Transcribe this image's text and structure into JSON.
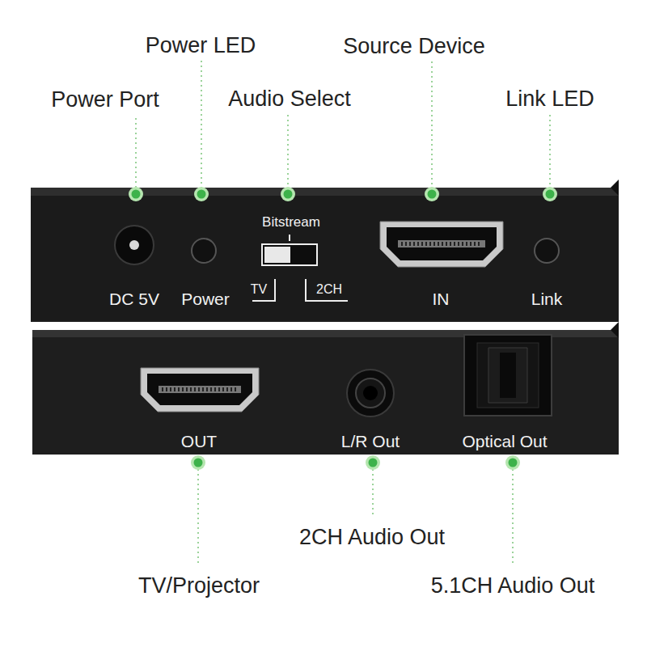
{
  "diagram": {
    "nodes": [
      {
        "text": [
          "DC 5V",
          "Power",
          "Bitstream",
          "TV",
          "2CH",
          "IN",
          "Link"
        ]
      },
      {
        "text": [
          "OUT",
          "L/R Out",
          "Optical Out"
        ]
      }
    ],
    "labels": [
      "Power LED",
      "Power Port",
      "Audio Select",
      "Source Device",
      "Link LED",
      "2CH Audio Out",
      "TV/Projector",
      "5.1CH Audio Out"
    ]
  }
}
